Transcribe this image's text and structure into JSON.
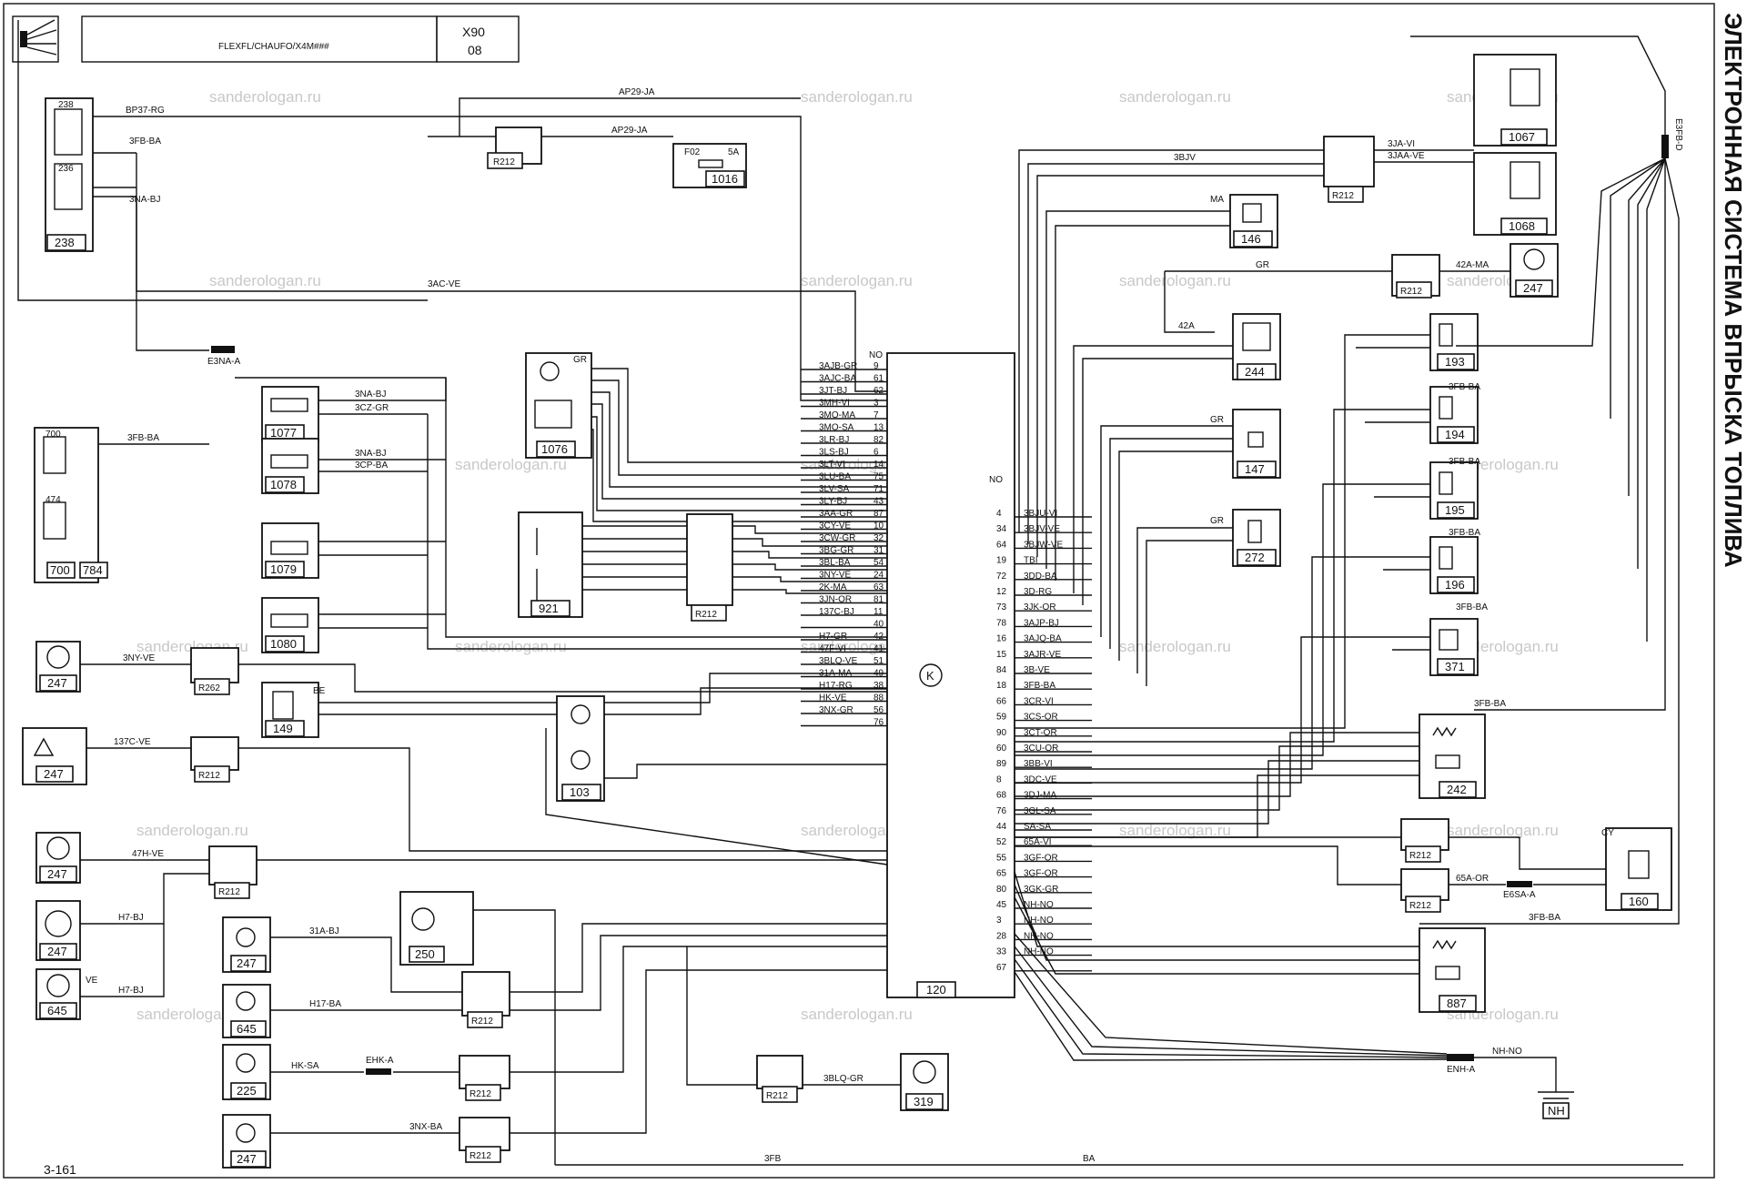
{
  "header": {
    "logo_text": "",
    "description": "FLEXFL/CHAUFO/X4M###",
    "vehicle": "X90",
    "sheet": "08"
  },
  "page_title": "ЭЛЕКТРОННАЯ СИСТЕМА ВПРЫСКА ТОПЛИВА",
  "page_number": "3-161",
  "watermark": "sanderologan.ru",
  "ecu": {
    "id": "120",
    "symbol": "K"
  },
  "components": {
    "c238": "238",
    "c238a": "238",
    "c236": "236",
    "c700": "700",
    "c700b": "700",
    "c784": "784",
    "c474": "474",
    "c1077": "1077",
    "c1078": "1078",
    "c1079": "1079",
    "c1080": "1080",
    "c1076": "1076",
    "c921": "921",
    "c149": "149",
    "c103": "103",
    "c250": "250",
    "c319": "319",
    "c1016": "1016",
    "c247a": "247",
    "c247b": "247",
    "c247c": "247",
    "c247d": "247",
    "c247e": "247",
    "c247f": "247",
    "c247g": "247",
    "c645a": "645",
    "c645b": "645",
    "c225": "225",
    "c1067": "1067",
    "c1068": "1068",
    "c146": "146",
    "c244": "244",
    "c147": "147",
    "c272": "272",
    "c193": "193",
    "c194": "194",
    "c195": "195",
    "c196": "196",
    "c371": "371",
    "c242": "242",
    "c160": "160",
    "c887": "887",
    "nh": "NH"
  },
  "fuses": {
    "f02": "F02",
    "amp": "5A"
  },
  "connectors": {
    "r212": "R212",
    "r262": "R262",
    "e3na": "E3NA-A",
    "enh": "ENH-A",
    "ehk": "EHK-A",
    "e6sa": "E6SA-A",
    "e3fb": "E3FB-D"
  },
  "wires_left": [
    "3AJB-GR",
    "3AJC-BA",
    "3JT-BJ",
    "3MH-VI",
    "3MO-MA",
    "3MO-SA",
    "3LR-BJ",
    "3LS-BJ",
    "3LT-VI",
    "3LU-BA",
    "3LV-SA",
    "3LY-BJ",
    "3AA-GR",
    "3CY-VE",
    "3CW-GR",
    "3BG-GR",
    "3BL-BA",
    "3NY-VE",
    "2K-MA",
    "3JN-OR",
    "137C-BJ",
    "",
    "H7-GR",
    "47F-VI",
    "3BLQ-VE",
    "31A-MA",
    "H17-RG",
    "HK-VE",
    "3NX-GR"
  ],
  "pins_left": [
    "9",
    "61",
    "62",
    "3",
    "7",
    "13",
    "82",
    "6",
    "14",
    "75",
    "71",
    "43",
    "87",
    "10",
    "32",
    "31",
    "54",
    "24",
    "63",
    "81",
    "11",
    "40",
    "42",
    "41",
    "51",
    "49",
    "38",
    "88",
    "56",
    "76"
  ],
  "wires_right": [
    "3BJU-VI",
    "3BJV-VE",
    "3BJW-VE",
    "TBI",
    "3DD-BA",
    "3D-RG",
    "3JK-OR",
    "3AJP-BJ",
    "3AJQ-BA",
    "3AJR-VE",
    "3B-VE",
    "3FB-BA",
    "3CR-VI",
    "3CS-OR",
    "3CT-OR",
    "3CU-OR",
    "3BB-VI",
    "3DC-VE",
    "3DJ-MA",
    "3GL-SA",
    "SA-SA",
    "65A-VI",
    "3GF-OR",
    "3GF-OR",
    "3GK-GR",
    "NH-NO",
    "NH-NO",
    "NH-NO",
    "NH-NO"
  ],
  "pins_right": [
    "4",
    "34",
    "64",
    "19",
    "72",
    "12",
    "73",
    "78",
    "16",
    "15",
    "84",
    "18",
    "66",
    "59",
    "90",
    "60",
    "89",
    "8",
    "68",
    "76",
    "44",
    "52",
    "55",
    "65",
    "80",
    "45",
    "3",
    "28",
    "33",
    "67"
  ],
  "misc_labels": {
    "no": "NO",
    "gr": "GR",
    "ve": "VE",
    "be": "BE",
    "ma": "MA",
    "cy": "CY",
    "w_bp37": "BP37-RG",
    "w_3fbba": "3FB-BA",
    "w_3naj": "3NA-BJ",
    "w_ap29": "AP29-JA",
    "w_3acve": "3AC-VE",
    "w_3czgr": "3CZ-GR",
    "w_3cpba": "3CP-BA",
    "w_3nyve": "3NY-VE",
    "w_137cve": "137C-VE",
    "w_47hve": "47H-VE",
    "w_h7bj": "H7-BJ",
    "w_31abj": "31A-BJ",
    "w_h17ba": "H17-BA",
    "w_hksa": "HK-SA",
    "w_3nxba": "3NX-BA",
    "w_3blqgr": "3BLQ-GR",
    "w_3fb": "3FB",
    "w_ba": "BA",
    "w_3bjv": "3BJV",
    "w_3jaaj": "3JA-VI",
    "w_3jaave": "3JAA-VE",
    "w_42ama": "42A-MA",
    "w_42a": "42A",
    "w_65aor": "65A-OR",
    "w_nhno": "NH-NO"
  }
}
